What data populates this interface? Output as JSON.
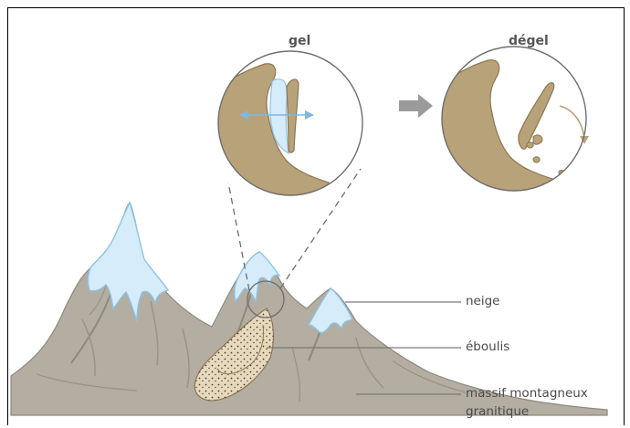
{
  "insets": {
    "freeze_title": "gel",
    "thaw_title": "dégel"
  },
  "labels": {
    "snow": "neige",
    "scree": "éboulis",
    "massif_line1": "massif montagneux",
    "massif_line2": "granitique"
  },
  "colors": {
    "rock": "#b8a27a",
    "rock_edge": "#8d7750",
    "ice": "#d6ecfa",
    "ice_edge": "#8ec3e6",
    "mountain": "#b3ada2",
    "mountain_dark": "#8f887c",
    "scree": "#e7d9bd",
    "arrow": "#9a9a9a",
    "leader": "#7a7a7a"
  },
  "icons": {
    "freeze_arrows": "double-headed-arrow-icon",
    "process_arrow": "right-arrow-icon",
    "fall_arrow": "curved-arrow-icon"
  }
}
